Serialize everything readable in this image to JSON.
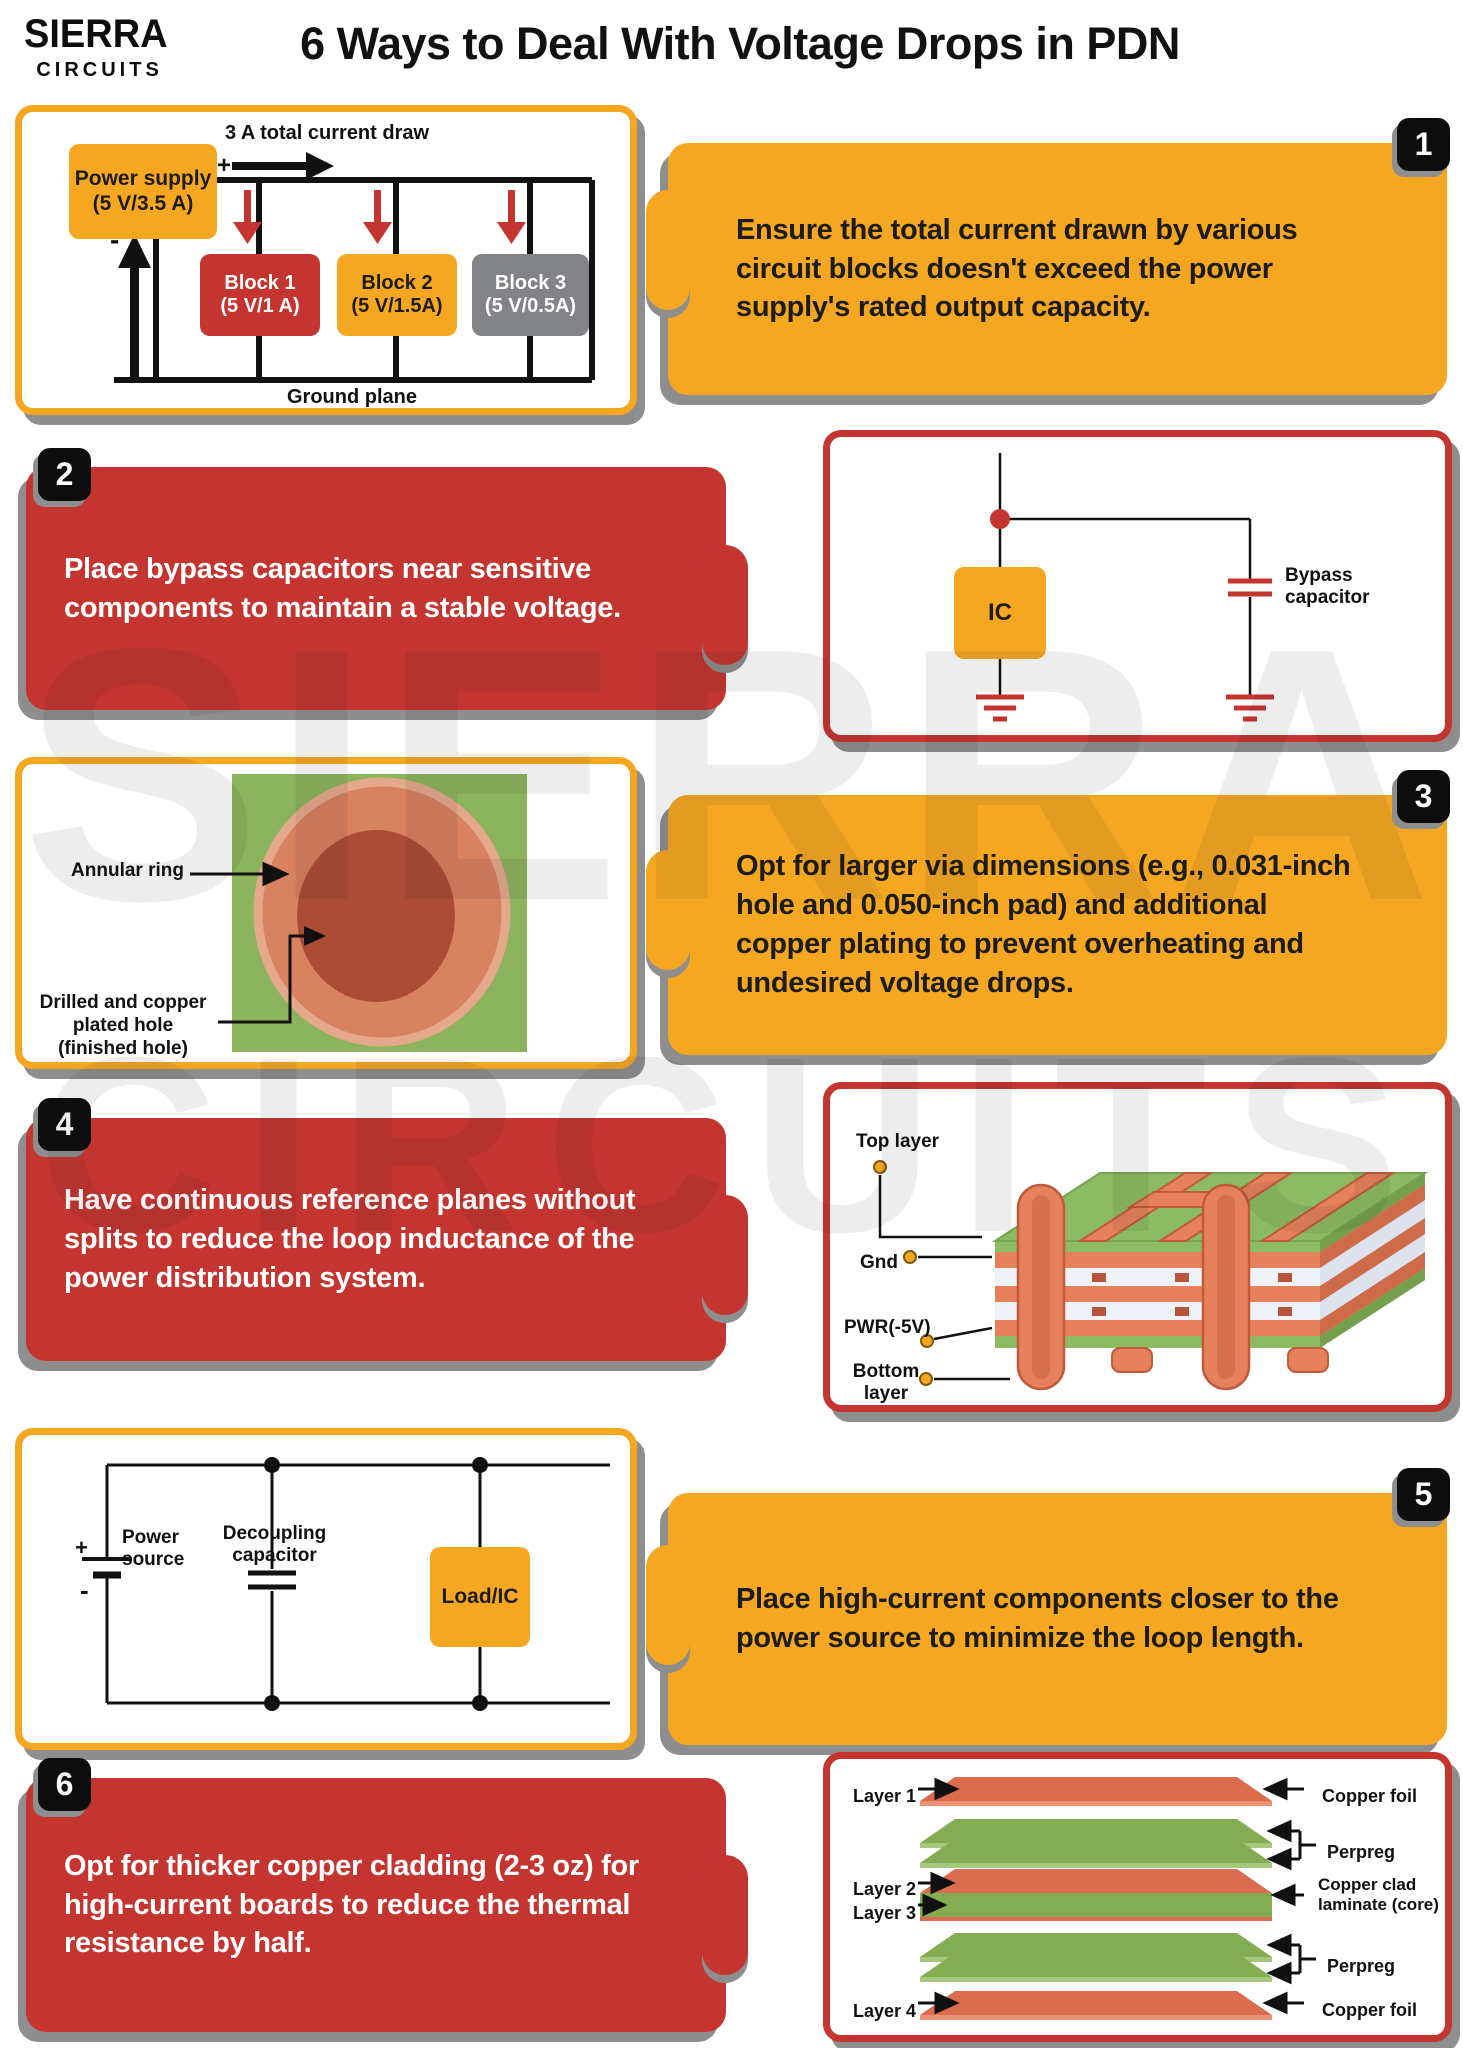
{
  "header": {
    "logo_line1": "SIERRA",
    "logo_line2": "CIRCUITS",
    "title": "6 Ways to Deal With Voltage Drops in PDN"
  },
  "watermark": {
    "line1": "SIERRA",
    "line2": "CIRCUITS"
  },
  "colors": {
    "brand_yellow": "#F6A722",
    "brand_red": "#C43530",
    "block_gray": "#818386",
    "shadow_gray": "#8E8E8E",
    "pcb_green": "#8CB45C",
    "copper": "#DD6E50",
    "badge_black": "#0d0d0d"
  },
  "sections": [
    {
      "number": "1",
      "text": "Ensure the total current drawn by various\ncircuit blocks doesn't exceed the power\nsupply's rated output capacity.",
      "diagram": {
        "current_label": "3 A total current draw",
        "plus": "+",
        "minus": "-",
        "power_supply": {
          "name": "Power supply",
          "rating": "(5 V/3.5 A)"
        },
        "blocks": [
          {
            "name": "Block 1",
            "rating": "(5 V/1 A)"
          },
          {
            "name": "Block 2",
            "rating": "(5 V/1.5A)"
          },
          {
            "name": "Block 3",
            "rating": "(5 V/0.5A)"
          }
        ],
        "ground": "Ground plane"
      }
    },
    {
      "number": "2",
      "text": "Place bypass capacitors near sensitive\ncomponents to maintain a stable voltage.",
      "diagram": {
        "ic": "IC",
        "bypass": "Bypass capacitor"
      }
    },
    {
      "number": "3",
      "text": "Opt for larger via dimensions (e.g., 0.031-inch\nhole and 0.050-inch pad) and additional\ncopper plating to prevent overheating and\nundesired voltage drops.",
      "diagram": {
        "annular_ring": "Annular ring",
        "drilled_hole": "Drilled and copper plated hole (finished hole)"
      }
    },
    {
      "number": "4",
      "text": "Have continuous reference planes without\nsplits to reduce the loop inductance of the\npower distribution system.",
      "diagram": {
        "top_layer": "Top layer",
        "gnd": "Gnd",
        "pwr": "PWR(-5V)",
        "bottom_layer": "Bottom layer"
      }
    },
    {
      "number": "5",
      "text": "Place high-current components closer to the\npower source to minimize the loop length.",
      "diagram": {
        "power_source": "Power source",
        "plus": "+",
        "minus": "-",
        "decoupling_capacitor": "Decoupling capacitor",
        "load": "Load/IC"
      }
    },
    {
      "number": "6",
      "text": "Opt for thicker copper cladding (2-3 oz) for\nhigh-current boards to reduce the thermal\nresistance by half.",
      "diagram": {
        "layer1": "Layer 1",
        "layer2": "Layer 2",
        "layer3": "Layer 3",
        "layer4": "Layer 4",
        "copper_foil_top": "Copper foil",
        "prepreg_top": "Perpreg",
        "core": "Copper clad laminate (core)",
        "prepreg_bottom": "Perpreg",
        "copper_foil_bottom": "Copper foil"
      }
    }
  ]
}
